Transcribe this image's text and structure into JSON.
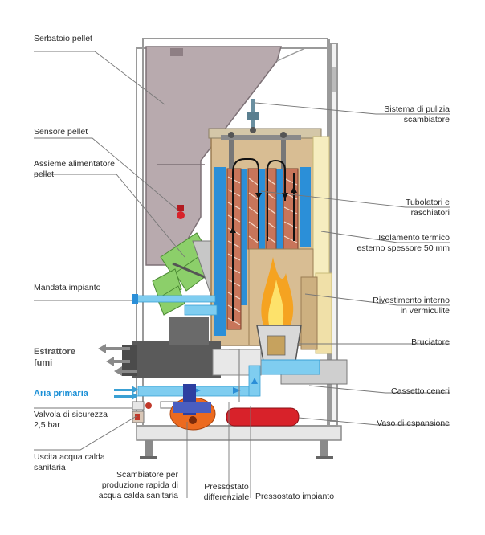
{
  "labels": {
    "serbatoio": "Serbatoio pellet",
    "sensore": "Sensore pellet",
    "assieme_l1": "Assieme alimentatore",
    "assieme_l2": "pellet",
    "mandata": "Mandata impianto",
    "estrattore_l1": "Estrattore",
    "estrattore_l2": "fumi",
    "aria": "Aria primaria",
    "valvola_l1": "Valvola di sicurezza",
    "valvola_l2": "2,5 bar",
    "uscita_l1": "Uscita acqua calda",
    "uscita_l2": "sanitaria",
    "sistema_l1": "Sistema di pulizia",
    "sistema_l2": "scambiatore",
    "tubolatori_l1": "Tubolatori e",
    "tubolatori_l2": "raschiatori",
    "isolamento_l1": "Isolamento termico",
    "isolamento_l2": "esterno spessore 50 mm",
    "rivestimento_l1": "Rivestimento interno",
    "rivestimento_l2": "in vermiculite",
    "bruciatore": "Bruciatore",
    "cassetto": "Cassetto ceneri",
    "vaso": "Vaso di espansione",
    "scambiatore_l1": "Scambiatore per",
    "scambiatore_l2": "produzione rapida di",
    "scambiatore_l3": "acqua calda sanitaria",
    "press_diff_l1": "Pressostato",
    "press_diff_l2": "differenziale",
    "press_imp": "Pressostato impianto"
  },
  "colors": {
    "frame": "#9a9a9a",
    "hopper": "#b8aaae",
    "water_blue": "#2b8fd8",
    "light_blue": "#7fcdf0",
    "insulation": "#f6edbf",
    "vermiculite": "#d8bd93",
    "feeder_green": "#8ccf6a",
    "gray_dark": "#555555",
    "flame": "#f5a321",
    "pump_orange": "#ec6a1f",
    "vessel_red": "#d8222a",
    "valve_blue": "#2d3fa0"
  }
}
